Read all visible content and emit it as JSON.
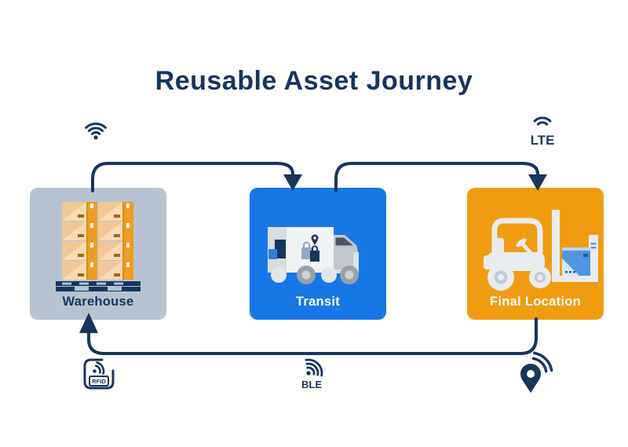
{
  "title": "Reusable Asset Journey",
  "stages": [
    {
      "label": "Warehouse",
      "icon": "pallet-boxes-illustration"
    },
    {
      "label": "Transit",
      "icon": "delivery-truck-illustration"
    },
    {
      "label": "Final Location",
      "icon": "forklift-illustration"
    }
  ],
  "connectivity": {
    "wifi": {
      "icon": "wifi-icon"
    },
    "lte": {
      "icon": "cellular-signal-icon",
      "label": "LTE"
    },
    "rfid": {
      "icon": "rfid-tag-icon",
      "label": "RFID"
    },
    "ble": {
      "icon": "ble-signal-icon",
      "label": "BLE"
    },
    "gps": {
      "icon": "location-pin-signal-icon"
    }
  },
  "colors": {
    "navy": "#16365c",
    "warehouse_bg": "#b7c3d0",
    "transit_bg": "#1777e5",
    "final_location_bg": "#f09c11",
    "background": "#ffffff"
  }
}
